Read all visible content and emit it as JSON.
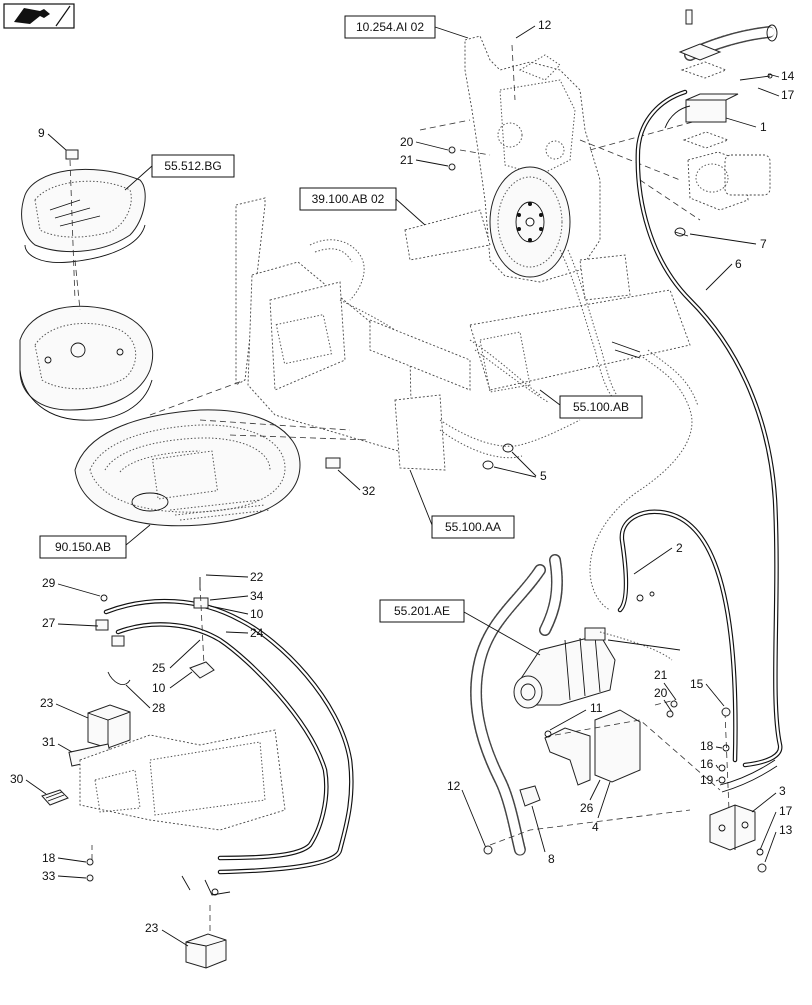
{
  "references": {
    "r1": "10.254.AI 02",
    "r2": "55.512.BG",
    "r3": "39.100.AB 02",
    "r4": "55.100.AB",
    "r5": "55.100.AA",
    "r6": "90.150.AB",
    "r7": "55.201.AE"
  },
  "callouts": {
    "c1": "1",
    "c2": "2",
    "c3": "3",
    "c4": "4",
    "c5": "5",
    "c6": "6",
    "c7": "7",
    "c8": "8",
    "c9": "9",
    "c10a": "10",
    "c10b": "10",
    "c11": "11",
    "c12a": "12",
    "c12b": "12",
    "c13": "13",
    "c14": "14",
    "c15": "15",
    "c16": "16",
    "c17a": "17",
    "c17b": "17",
    "c18a": "18",
    "c18b": "18",
    "c19": "19",
    "c20a": "20",
    "c20b": "20",
    "c21a": "21",
    "c21b": "21",
    "c22": "22",
    "c23a": "23",
    "c23b": "23",
    "c24": "24",
    "c25": "25",
    "c26": "26",
    "c27": "27",
    "c28": "28",
    "c29": "29",
    "c30": "30",
    "c31": "31",
    "c32": "32",
    "c33": "33",
    "c34": "34"
  },
  "icons": {
    "corner": "book-arrow-icon"
  }
}
